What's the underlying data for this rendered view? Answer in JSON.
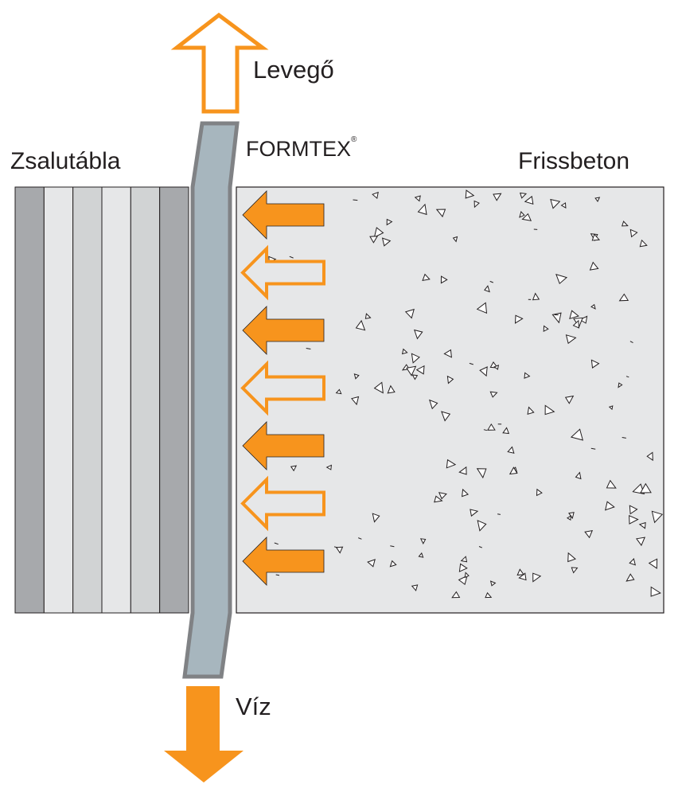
{
  "labels": {
    "air": "Levegő",
    "formtex": "FORMTEX",
    "formtex_mark": "®",
    "formwork_board": "Zsalutábla",
    "fresh_concrete": "Frissbeton",
    "water": "Víz"
  },
  "colors": {
    "orange": "#f7941d",
    "membrane_fill": "#a7b6be",
    "membrane_stroke": "#808285",
    "concrete_fill": "#e6e7e8",
    "board_dark": "#a7a9ac",
    "board_mid": "#d1d3d4",
    "board_light": "#e6e7e8",
    "outline": "#231f20"
  },
  "board_stripes": [
    "dark",
    "light",
    "mid",
    "light",
    "mid",
    "dark"
  ],
  "side_arrows": [
    "filled",
    "outline",
    "filled",
    "outline",
    "filled",
    "outline",
    "filled"
  ]
}
